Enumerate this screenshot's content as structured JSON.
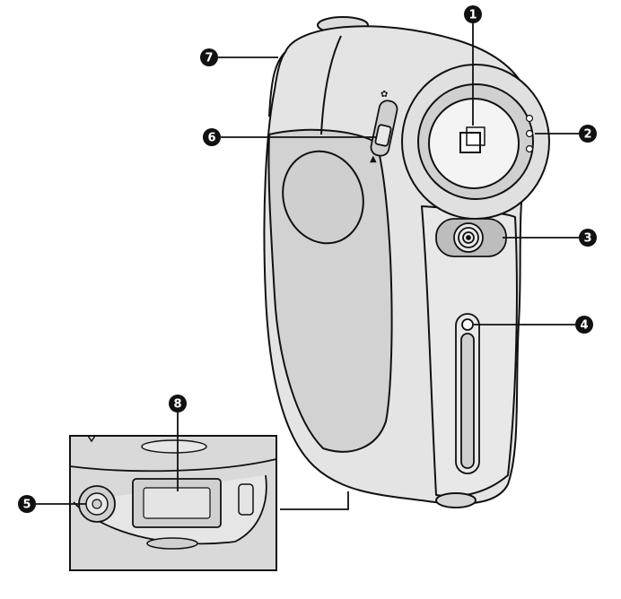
{
  "callouts": [
    {
      "id": "1",
      "label": "1"
    },
    {
      "id": "2",
      "label": "2"
    },
    {
      "id": "3",
      "label": "3"
    },
    {
      "id": "4",
      "label": "4"
    },
    {
      "id": "5",
      "label": "5"
    },
    {
      "id": "6",
      "label": "6"
    },
    {
      "id": "7",
      "label": "7"
    },
    {
      "id": "8",
      "label": "8"
    }
  ],
  "colors": {
    "body": "#e4e4e4",
    "body_shade": "#d2d2d2",
    "lens_ring": "#d0d0d0",
    "inset_bg": "#d9d9d9",
    "line": "#111111",
    "badge": "#111111",
    "badge_text": "#ffffff"
  }
}
